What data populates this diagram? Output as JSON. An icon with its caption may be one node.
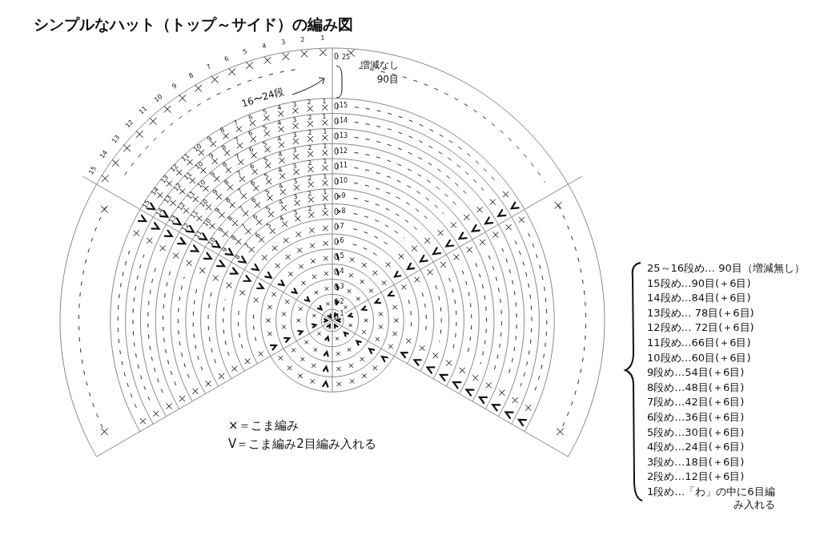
{
  "diagram": {
    "title": "シンプルなハット（トップ～サイド）の編み図",
    "labels": [
      "15",
      "14",
      "13",
      "12",
      "11",
      "10",
      "9",
      "8",
      "7",
      "6",
      "5",
      "4",
      "3",
      "2",
      "1",
      "25",
      "16〜24段",
      "増減なし 90目",
      "15",
      "14",
      "13",
      "12",
      "11",
      "10",
      "9",
      "8",
      "7",
      "6",
      "5",
      "4",
      "3",
      "2",
      "1",
      "15",
      "14",
      "13",
      "12",
      "11",
      "10",
      "9",
      "8",
      "7",
      "6",
      "5",
      "4",
      "3",
      "2",
      "1",
      "14",
      "13",
      "12",
      "11",
      "10",
      "9",
      "8",
      "7",
      "6",
      "5",
      "4",
      "3",
      "2",
      "1",
      "13",
      "12",
      "11",
      "10",
      "9",
      "8",
      "7",
      "6",
      "5",
      "4",
      "3",
      "2",
      "1",
      "12",
      "11",
      "10",
      "9",
      "8",
      "7",
      "6",
      "5",
      "4",
      "3",
      "2",
      "1",
      "11",
      "10",
      "9",
      "8",
      "7",
      "6",
      "5",
      "4",
      "3",
      "2",
      "1",
      "10",
      "9",
      "8",
      "7",
      "6",
      "5",
      "4",
      "3",
      "2",
      "1",
      "9",
      "8",
      "7",
      "6",
      "5",
      "4",
      "3",
      "2",
      "1",
      "8",
      "7",
      "6",
      "5",
      "4",
      "3",
      "2",
      "1",
      "×＝こま編み",
      "V＝こま編み2目編み入れる",
      "25～16段め… 90目（増減無し）",
      "15段め…90目(＋6目)",
      "14段め…84目(＋6目)",
      "13段め… 78目(＋6目)",
      "12段め… 72目(＋6目)",
      "11段め…66目(＋6目)",
      "10段め…60目(＋6目)",
      "9段め…54目(＋6目)",
      "8段め…48目(＋6目)",
      "7段め…42目(＋6目)",
      "6段め…36目(＋6目)",
      "5段め…30目(＋6目)",
      "4段め…24目(＋6目)",
      "3段め…18目(＋6目)",
      "2段め…12目(＋6目)",
      "1段め…「わ」の中に6目編み入れる"
    ]
  }
}
